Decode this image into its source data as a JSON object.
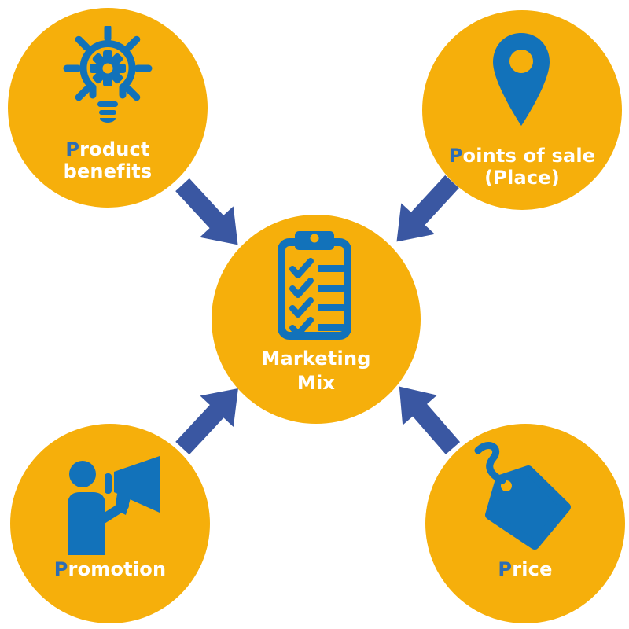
{
  "colors": {
    "circle_yellow": "#F6AF0B",
    "icon_blue": "#1272BA",
    "arrow_blue": "#3A57A2",
    "lead_blue": "#2D6DB5",
    "text_white": "#FFFFFF",
    "background": "#FFFFFF"
  },
  "center_node": {
    "icon": "checklist-clipboard-icon",
    "label_line1": "Marketing",
    "label_line2": "Mix"
  },
  "nodes": {
    "product": {
      "icon": "lightbulb-gear-icon",
      "lead": "P",
      "line1_rest": "roduct",
      "line2": "benefits"
    },
    "place": {
      "icon": "map-pin-icon",
      "lead": "P",
      "line1_rest": "oints of sale",
      "line2": "(Place)"
    },
    "promotion": {
      "icon": "megaphone-person-icon",
      "lead": "P",
      "rest": "romotion"
    },
    "price": {
      "icon": "price-tag-icon",
      "lead": "P",
      "rest": "rice"
    }
  },
  "arrows": [
    {
      "from": "product-benefits",
      "to": "marketing-mix"
    },
    {
      "from": "points-of-sale",
      "to": "marketing-mix"
    },
    {
      "from": "promotion",
      "to": "marketing-mix"
    },
    {
      "from": "price",
      "to": "marketing-mix"
    }
  ]
}
